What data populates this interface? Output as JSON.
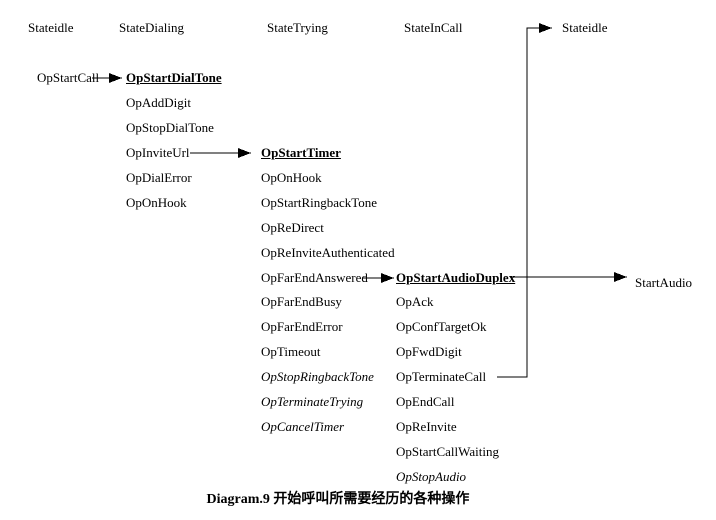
{
  "diagram": {
    "caption": "Diagram.9 开始呼叫所需要经历的各种操作",
    "states": {
      "idle_left": "Stateidle",
      "dialing": "StateDialing",
      "trying": "StateTrying",
      "incall": "StateInCall",
      "idle_right": "Stateidle"
    },
    "trigger": "OpStartCall",
    "result": "StartAudio",
    "columns": {
      "dialing": {
        "items": [
          {
            "label": "OpStartDialTone",
            "emphasis": "bold-underline"
          },
          {
            "label": "OpAddDigit",
            "emphasis": "normal"
          },
          {
            "label": "OpStopDialTone",
            "emphasis": "normal"
          },
          {
            "label": "OpInviteUrl",
            "emphasis": "normal"
          },
          {
            "label": "OpDialError",
            "emphasis": "normal"
          },
          {
            "label": "OpOnHook",
            "emphasis": "normal"
          }
        ]
      },
      "trying": {
        "items": [
          {
            "label": "OpStartTimer",
            "emphasis": "bold-underline"
          },
          {
            "label": "OpOnHook",
            "emphasis": "normal"
          },
          {
            "label": "OpStartRingbackTone",
            "emphasis": "normal"
          },
          {
            "label": "OpReDirect",
            "emphasis": "normal"
          },
          {
            "label": "OpReInviteAuthenticated",
            "emphasis": "normal"
          },
          {
            "label": "OpFarEndAnswered",
            "emphasis": "normal"
          },
          {
            "label": "OpFarEndBusy",
            "emphasis": "normal"
          },
          {
            "label": "OpFarEndError",
            "emphasis": "normal"
          },
          {
            "label": "OpTimeout",
            "emphasis": "normal"
          },
          {
            "label": "OpStopRingbackTone",
            "emphasis": "italic"
          },
          {
            "label": "OpTerminateTrying",
            "emphasis": "italic"
          },
          {
            "label": "OpCancelTimer",
            "emphasis": "italic"
          }
        ]
      },
      "incall": {
        "items": [
          {
            "label": "OpStartAudioDuplex",
            "emphasis": "bold-underline"
          },
          {
            "label": "OpAck",
            "emphasis": "normal"
          },
          {
            "label": "OpConfTargetOk",
            "emphasis": "normal"
          },
          {
            "label": "OpFwdDigit",
            "emphasis": "normal"
          },
          {
            "label": "OpTerminateCall",
            "emphasis": "normal"
          },
          {
            "label": "OpEndCall",
            "emphasis": "normal"
          },
          {
            "label": "OpReInvite",
            "emphasis": "normal"
          },
          {
            "label": "OpStartCallWaiting",
            "emphasis": "normal"
          },
          {
            "label": "OpStopAudio",
            "emphasis": "italic"
          }
        ]
      }
    },
    "arrows": [
      {
        "from": "OpStartCall",
        "to": "OpStartDialTone"
      },
      {
        "from": "OpInviteUrl",
        "to": "OpStartTimer"
      },
      {
        "from": "OpFarEndAnswered",
        "to": "OpStartAudioDuplex"
      },
      {
        "from": "OpStartAudioDuplex",
        "to": "StartAudio"
      },
      {
        "from": "OpTerminateCall",
        "to": "Stateidle"
      }
    ]
  }
}
